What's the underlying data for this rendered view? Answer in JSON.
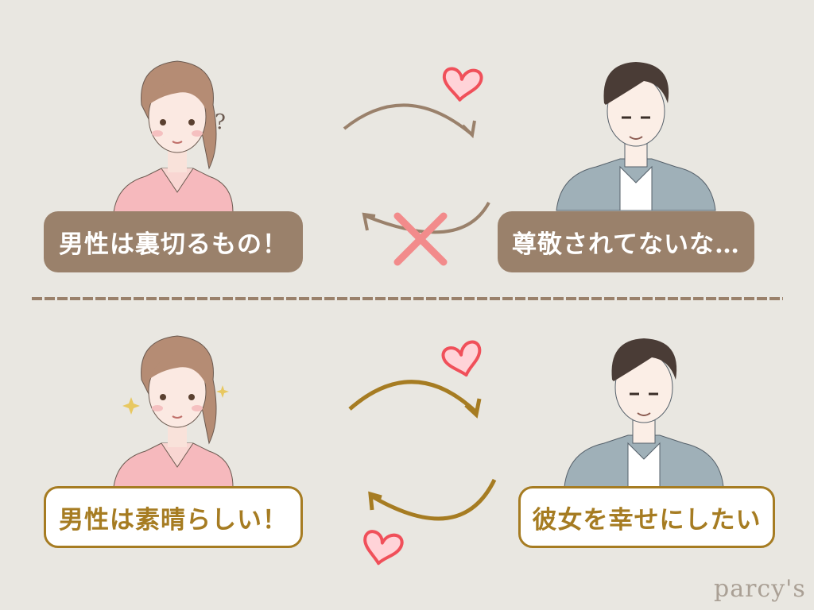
{
  "top_scene": {
    "woman_label": "男性は裏切るもの！",
    "man_label": "尊敬されてないな…"
  },
  "bottom_scene": {
    "woman_label": "男性は素晴らしい！",
    "man_label": "彼女を幸せにしたい"
  },
  "watermark": "parcy's",
  "colors": {
    "background": "#e9e7e1",
    "brown": "#9a816b",
    "gold": "#a67c22",
    "cross": "#f28b8b",
    "heart_stroke": "#f0505a",
    "heart_fill": "#ffd3d8"
  }
}
